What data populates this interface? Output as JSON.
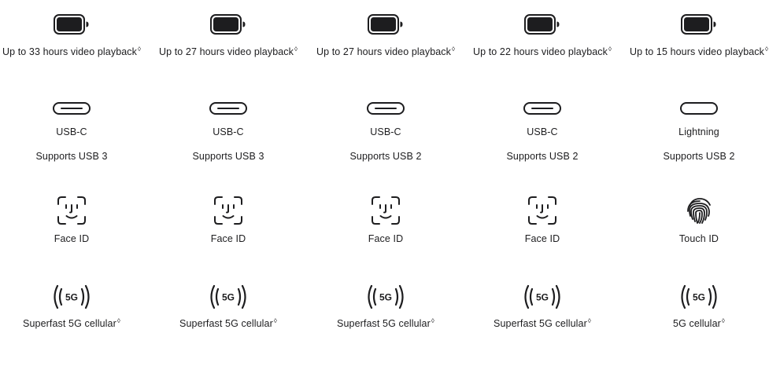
{
  "models": [
    {
      "battery": "Up to 33 hours video playback",
      "battery_mark": "◊",
      "connector": "USB-C",
      "usb": "Supports USB 3",
      "auth": "Face ID",
      "auth_icon": "face-id-icon",
      "cellular": "Superfast 5G cellular",
      "cellular_mark": "◊"
    },
    {
      "battery": "Up to 27 hours video playback",
      "battery_mark": "◊",
      "connector": "USB-C",
      "usb": "Supports USB 3",
      "auth": "Face ID",
      "auth_icon": "face-id-icon",
      "cellular": "Superfast 5G cellular",
      "cellular_mark": "◊"
    },
    {
      "battery": "Up to 27 hours video playback",
      "battery_mark": "◊",
      "connector": "USB-C",
      "usb": "Supports USB 2",
      "auth": "Face ID",
      "auth_icon": "face-id-icon",
      "cellular": "Superfast 5G cellular",
      "cellular_mark": "◊"
    },
    {
      "battery": "Up to 22 hours video playback",
      "battery_mark": "◊",
      "connector": "USB-C",
      "usb": "Supports USB 2",
      "auth": "Face ID",
      "auth_icon": "face-id-icon",
      "cellular": "Superfast 5G cellular",
      "cellular_mark": "◊"
    },
    {
      "battery": "Up to 15 hours video playback",
      "battery_mark": "◊",
      "connector": "Lightning",
      "usb": "Supports USB 2",
      "auth": "Touch ID",
      "auth_icon": "touch-id-icon",
      "cellular": "5G cellular",
      "cellular_mark": "◊"
    }
  ],
  "icons": {
    "battery": "battery-full-icon",
    "usb_c": "usb-c-connector-icon",
    "lightning": "lightning-connector-icon",
    "cellular": "5g-cellular-icon",
    "cellular_glyph": "5G"
  },
  "colors": {
    "text": "#1d1d1f",
    "icon": "#1d1d1f",
    "background": "#ffffff"
  }
}
